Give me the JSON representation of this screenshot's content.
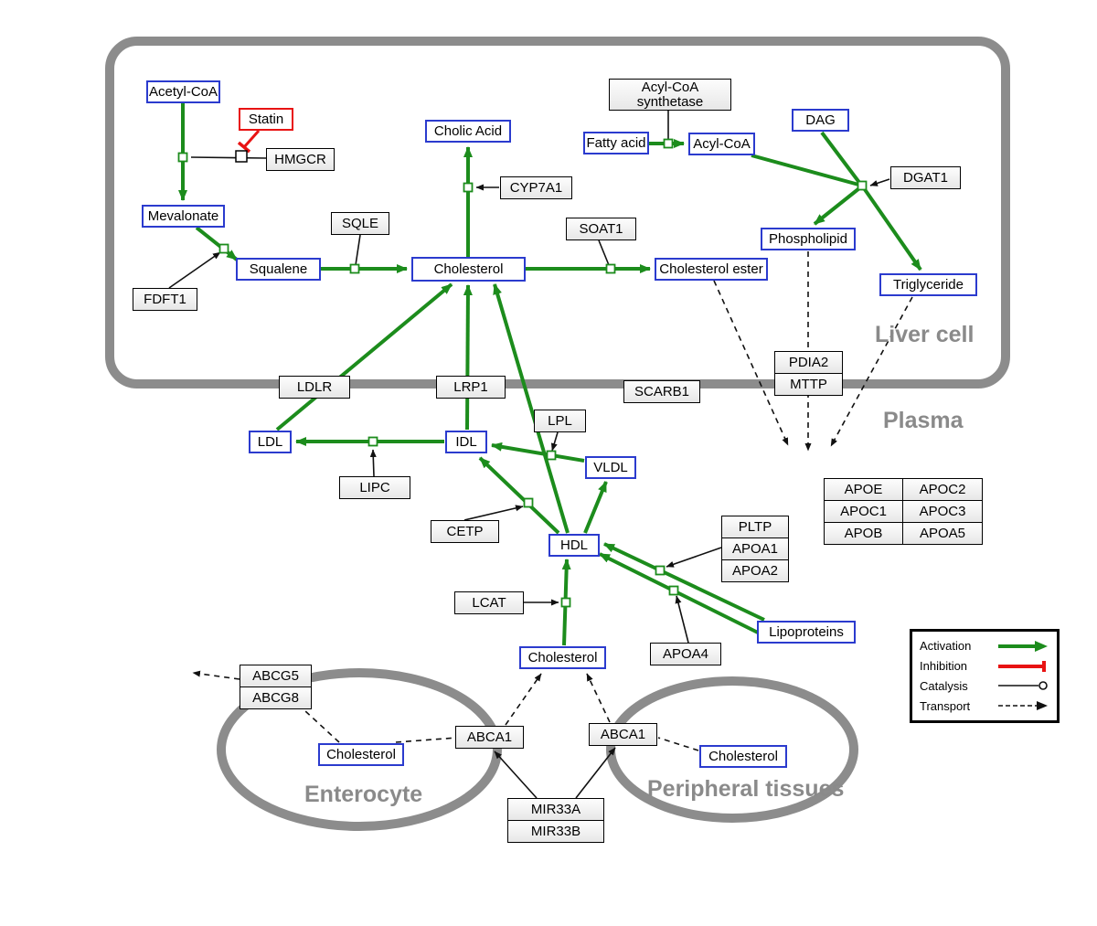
{
  "compartments": {
    "liver_cell": "Liver cell",
    "plasma": "Plasma",
    "enterocyte": "Enterocyte",
    "peripheral_tissues": "Peripheral tissues"
  },
  "metabolites": {
    "acetyl_coa": "Acetyl-CoA",
    "mevalonate": "Mevalonate",
    "squalene": "Squalene",
    "cholic_acid": "Cholic Acid",
    "cholesterol_liver": "Cholesterol",
    "cholesterol_ester": "Cholesterol ester",
    "fatty_acid": "Fatty acid",
    "acyl_coa": "Acyl-CoA",
    "dag": "DAG",
    "phospholipid": "Phospholipid",
    "triglyceride": "Triglyceride",
    "ldl": "LDL",
    "idl": "IDL",
    "vldl": "VLDL",
    "hdl": "HDL",
    "lipoproteins": "Lipoproteins",
    "cholesterol_plasma": "Cholesterol",
    "cholesterol_enterocyte": "Cholesterol",
    "cholesterol_peripheral": "Cholesterol"
  },
  "proteins": {
    "statin": "Statin",
    "hmgcr": "HMGCR",
    "sqle": "SQLE",
    "fdft1": "FDFT1",
    "cyp7a1": "CYP7A1",
    "soat1": "SOAT1",
    "acyl_coa_synthetase": "Acyl-CoA synthetase",
    "dgat1": "DGAT1",
    "ldlr": "LDLR",
    "lrp1": "LRP1",
    "scarb1": "SCARB1",
    "pdia2": "PDIA2",
    "mttp": "MTTP",
    "lpl": "LPL",
    "lipc": "LIPC",
    "cetp": "CETP",
    "lcat": "LCAT",
    "pltp": "PLTP",
    "apoa1": "APOA1",
    "apoa2": "APOA2",
    "apoa4": "APOA4",
    "abcg5": "ABCG5",
    "abcg8": "ABCG8",
    "abca1_enterocyte": "ABCA1",
    "abca1_peripheral": "ABCA1",
    "mir33a": "MIR33A",
    "mir33b": "MIR33B"
  },
  "apo_table": {
    "rows": [
      [
        "APOE",
        "APOC2"
      ],
      [
        "APOC1",
        "APOC3"
      ],
      [
        "APOB",
        "APOA5"
      ]
    ]
  },
  "legend": {
    "activation": "Activation",
    "inhibition": "Inhibition",
    "catalysis": "Catalysis",
    "transport": "Transport"
  },
  "colors": {
    "metabolite_border": "#2b3bce",
    "activation_green": "#1c8c1c",
    "inhibition_red": "#e81313",
    "compartment_gray": "#8c8c8c"
  }
}
